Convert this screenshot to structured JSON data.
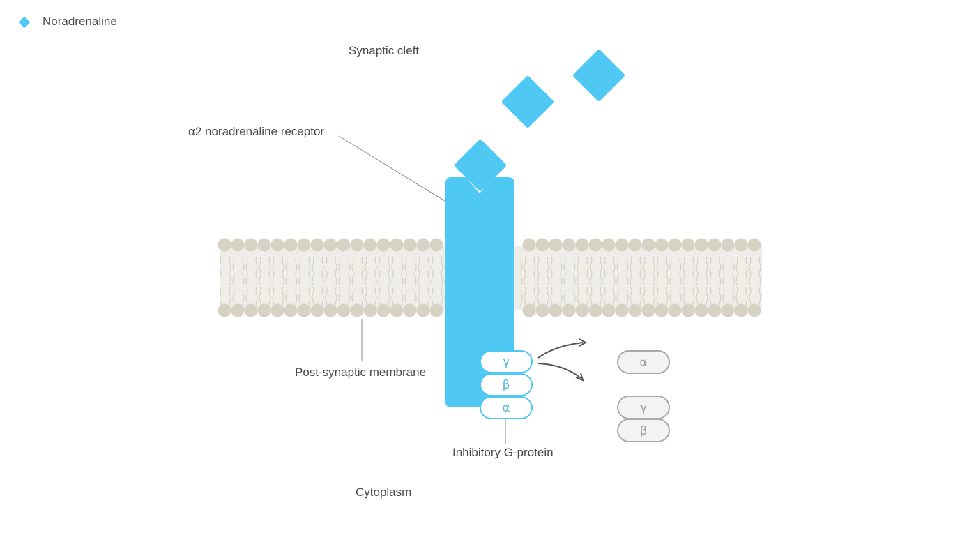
{
  "legend": {
    "label": "Noradrenaline",
    "icon": "noradrenaline-diamond-icon"
  },
  "labels": {
    "synaptic_cleft": "Synaptic cleft",
    "receptor": "α2 noradrenaline receptor",
    "membrane": "Post-synaptic membrane",
    "g_protein": "Inhibitory G-protein",
    "cytoplasm": "Cytoplasm"
  },
  "g_protein_bound": {
    "gamma": "γ",
    "beta": "β",
    "alpha": "α"
  },
  "g_protein_released": {
    "alpha": "α",
    "gamma": "γ",
    "beta": "β"
  },
  "colors": {
    "noradrenaline": "#4fc8f4",
    "receptor": "#4fc8f4",
    "membrane_head": "#d6d3c5",
    "membrane_body": "#efede8",
    "subunit_bound_stroke": "#4fc8f4",
    "subunit_bound_text": "#4fb8dc",
    "subunit_released_stroke": "#a9a9a9",
    "subunit_released_fill": "#f3f3f3",
    "subunit_released_text": "#9a9a9a",
    "text": "#4a4a4a",
    "leader_line": "#8a8a8a"
  }
}
